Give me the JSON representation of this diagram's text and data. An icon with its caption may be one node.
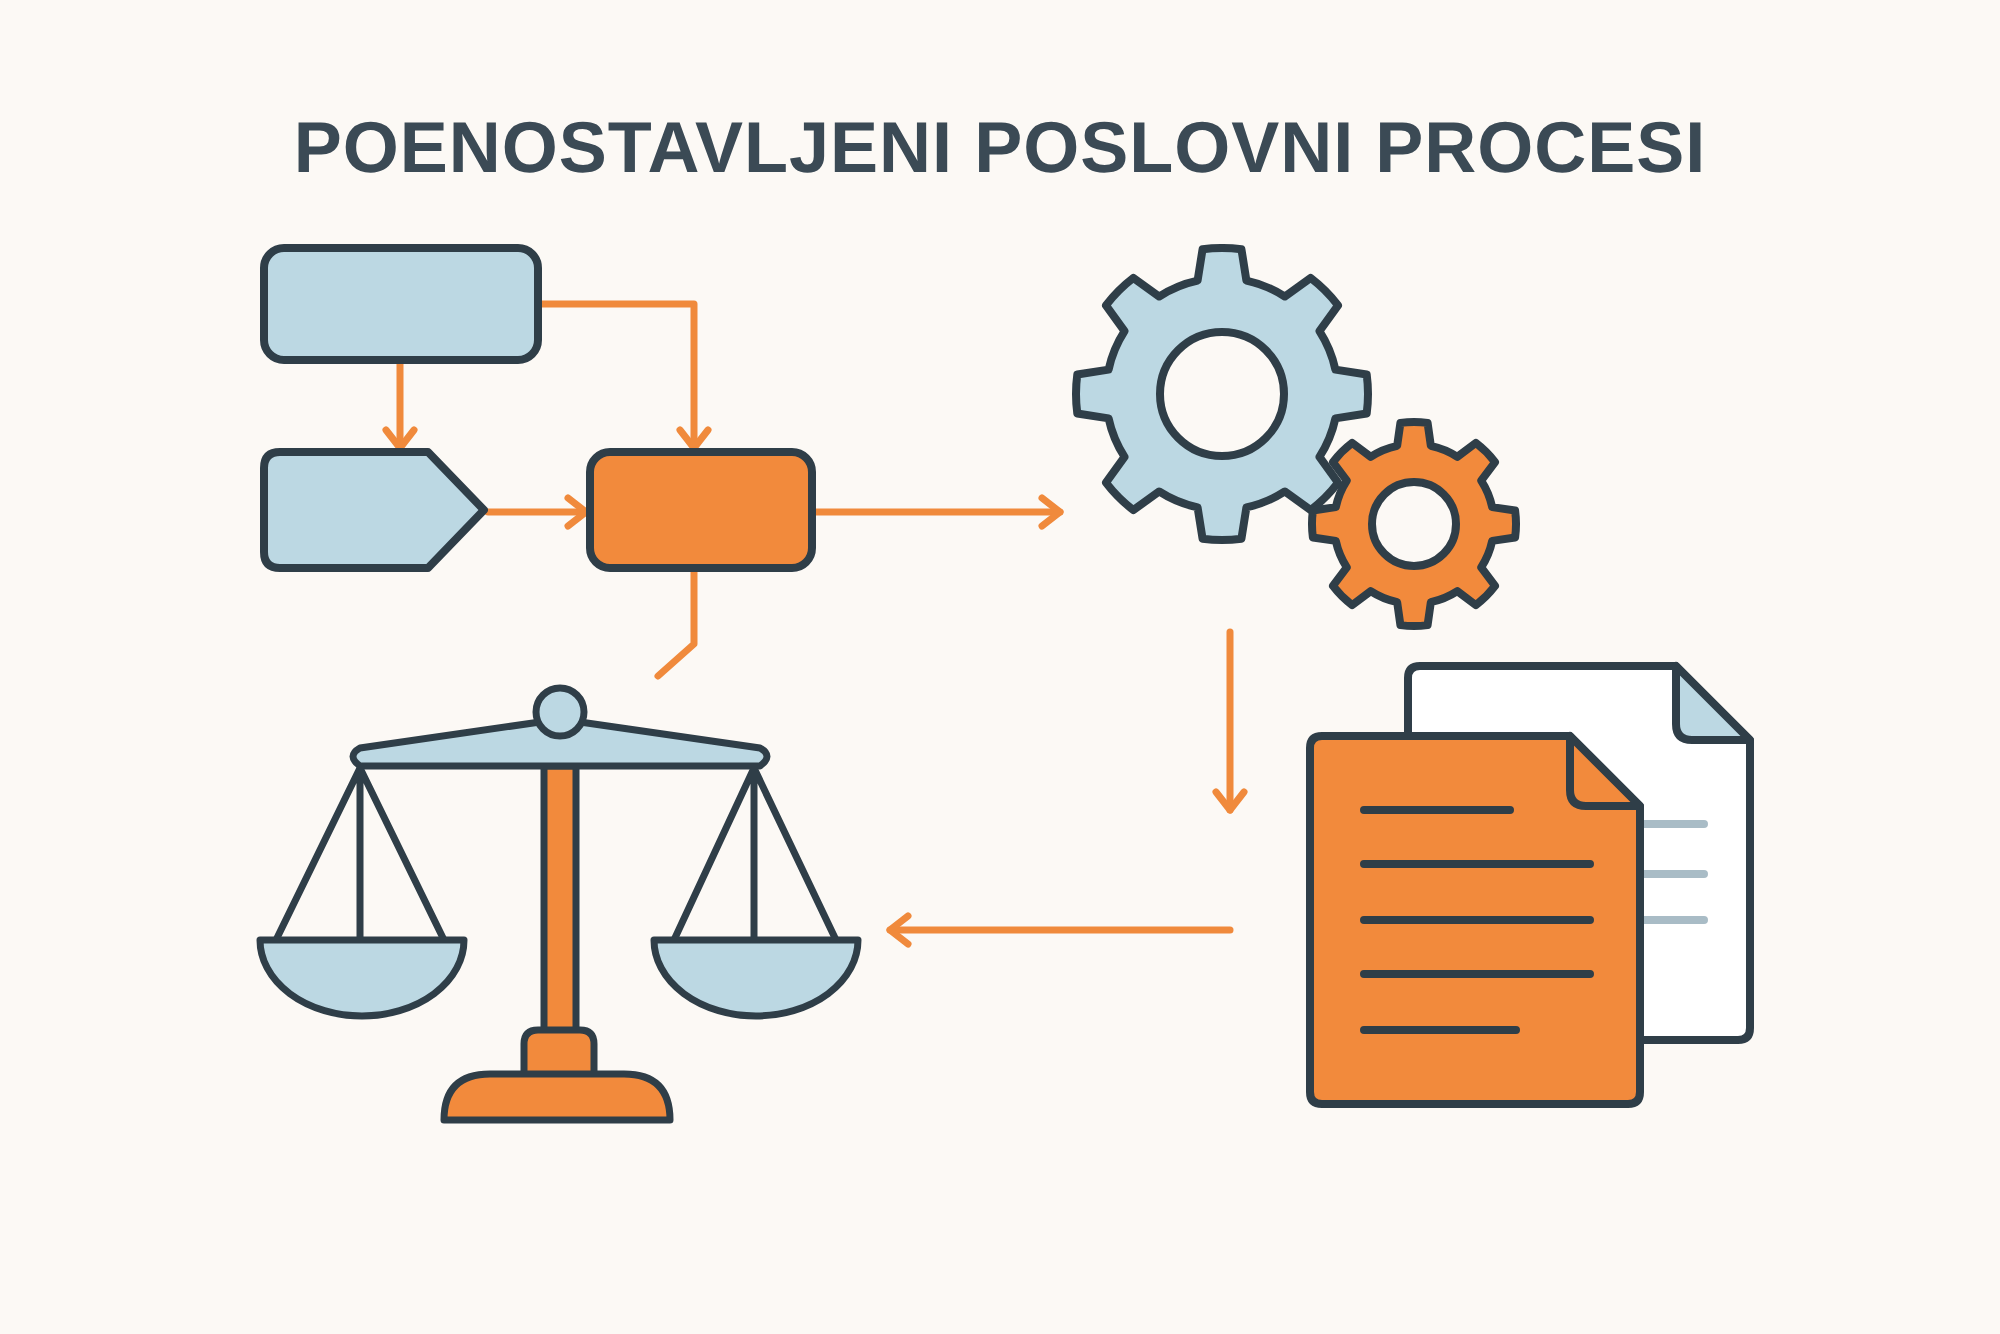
{
  "diagram": {
    "title": "POENOSTAVLJENI POSLOVNI PROCESI",
    "nodes": [
      {
        "text": [],
        "shape": "box"
      },
      {
        "text": [],
        "shape": "pentagon"
      },
      {
        "text": [],
        "shape": "box"
      },
      {
        "text": [],
        "shape": "picture"
      },
      {
        "text": [],
        "shape": "picture"
      },
      {
        "text": [],
        "shape": "picture"
      }
    ],
    "edges": [
      {
        "from": 0,
        "to": 1,
        "arrow": "to"
      },
      {
        "from": 0,
        "to": 2,
        "arrow": "to"
      },
      {
        "from": 1,
        "to": 2,
        "arrow": "to"
      },
      {
        "from": 2,
        "to": 3,
        "arrow": "to"
      },
      {
        "from": 2,
        "to": 4,
        "arrow": "none"
      },
      {
        "from": 3,
        "to": 5,
        "arrow": "to"
      },
      {
        "from": 5,
        "to": 4,
        "arrow": "to"
      }
    ]
  }
}
